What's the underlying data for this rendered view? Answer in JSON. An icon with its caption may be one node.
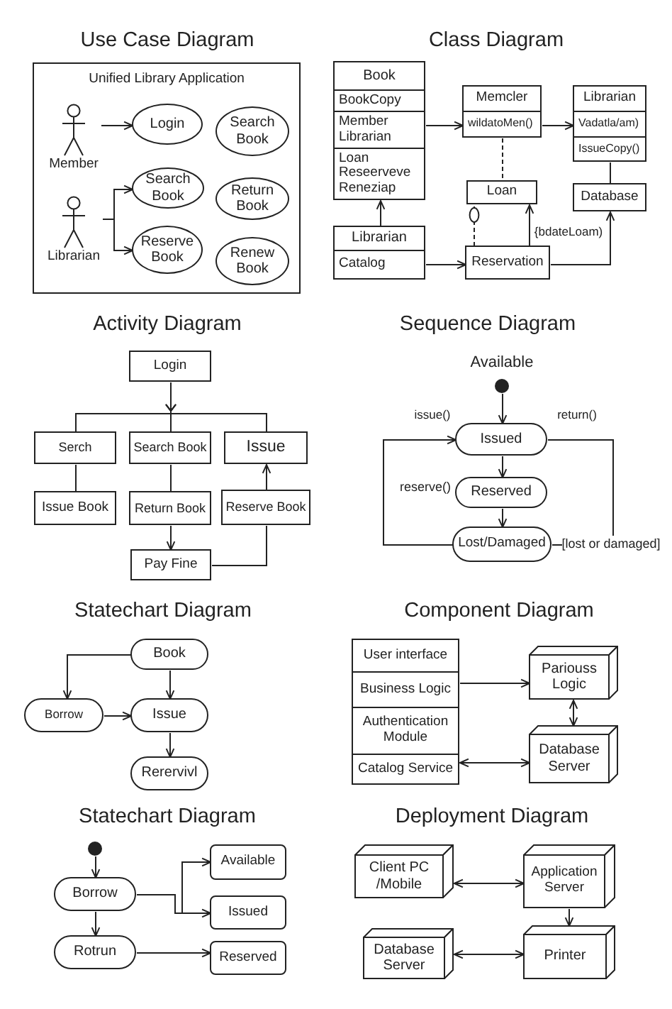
{
  "diagram": {
    "nodes": [
      {
        "text": [
          "Unified Library Application"
        ]
      },
      {
        "text": [
          "Member"
        ],
        "in": 0
      },
      {
        "text": [
          "Login"
        ],
        "in": 0
      },
      {
        "text": [
          "Search Book"
        ],
        "in": 0
      },
      {
        "text": [
          "Librarian"
        ],
        "in": 0
      },
      {
        "text": [
          "Search Book"
        ],
        "in": 0
      },
      {
        "text": [
          "Return Book"
        ],
        "in": 0
      },
      {
        "text": [
          "Reserve Book"
        ],
        "in": 0
      },
      {
        "text": [
          "Renew Book"
        ],
        "in": 0
      },
      {
        "text": [
          "Book",
          "BookCopy",
          "Member Librarian",
          "Loan Reseerveve Reneziap"
        ]
      },
      {
        "text": [
          "Memcler",
          "wildatoMen()"
        ]
      },
      {
        "text": [
          "Librarian",
          "Vadatla/am)",
          "IssueCopy()"
        ]
      },
      {
        "text": [
          "Loan"
        ]
      },
      {
        "text": [
          "Database"
        ]
      },
      {
        "text": [
          "Librarian",
          "Catalog"
        ]
      },
      {
        "text": [
          "Reservation"
        ]
      },
      {
        "text": [
          "Login"
        ]
      },
      {
        "text": [
          "Serch"
        ]
      },
      {
        "text": [
          "Search Book"
        ]
      },
      {
        "text": [
          "Issue"
        ]
      },
      {
        "text": [
          "Issue Book"
        ]
      },
      {
        "text": [
          "Return Book"
        ]
      },
      {
        "text": [
          "Reserve Book"
        ]
      },
      {
        "text": [
          "Pay Fine"
        ]
      },
      {
        "text": [],
        "shape": "circle",
        "beside": [
          "Available"
        ]
      },
      {
        "text": [
          "Issued"
        ]
      },
      {
        "text": [
          "Reserved"
        ]
      },
      {
        "text": [
          "Lost/Damaged"
        ]
      },
      {
        "text": [
          "[lost or damaged]"
        ]
      },
      {
        "text": [
          "Book"
        ]
      },
      {
        "text": [
          "Borrow"
        ]
      },
      {
        "text": [
          "Issue"
        ]
      },
      {
        "text": [
          "Rerervivl"
        ]
      },
      {
        "text": [
          "User interface"
        ]
      },
      {
        "text": [
          "Business Logic"
        ]
      },
      {
        "text": [
          "Authentication Module"
        ]
      },
      {
        "text": [
          "Catalog Service"
        ]
      },
      {
        "text": [
          "Pariouss Logic"
        ]
      },
      {
        "text": [
          "Database Server"
        ]
      },
      {
        "text": [],
        "shape": "circle"
      },
      {
        "text": [
          "Borrow"
        ]
      },
      {
        "text": [
          "Available"
        ]
      },
      {
        "text": [
          "Issued"
        ]
      },
      {
        "text": [
          "Rotrun"
        ]
      },
      {
        "text": [
          "Reserved"
        ]
      },
      {
        "text": [
          "Client PC /Mobile"
        ]
      },
      {
        "text": [
          "Application Server"
        ]
      },
      {
        "text": [
          "Database Server"
        ]
      },
      {
        "text": [
          "Printer"
        ]
      }
    ],
    "edges": [
      {
        "from": 1,
        "to": 2,
        "arrow": "to"
      },
      {
        "from": 4,
        "to": 5,
        "arrow": "to"
      },
      {
        "from": 4,
        "to": 7,
        "arrow": "to"
      },
      {
        "from": 9,
        "to": 10,
        "arrow": "to"
      },
      {
        "from": 10,
        "to": 11,
        "arrow": "to"
      },
      {
        "from": 10,
        "to": 12,
        "arrow": "none",
        "style": "dashed"
      },
      {
        "from": 11,
        "to": 13,
        "arrow": "none"
      },
      {
        "from": 14,
        "to": 9,
        "arrow": "to"
      },
      {
        "from": 14,
        "to": 15,
        "arrow": "to"
      },
      {
        "from": 15,
        "to": 12,
        "arrow": "other",
        "style": "dashed"
      },
      {
        "from": 15,
        "to": 12,
        "arrow": "to",
        "label": "{bdateLoam)"
      },
      {
        "from": 15,
        "to": 13,
        "arrow": "to"
      },
      {
        "from": 16,
        "to": 17,
        "arrow": "to"
      },
      {
        "from": 16,
        "to": 18,
        "arrow": "to"
      },
      {
        "from": 16,
        "to": 19,
        "arrow": "to"
      },
      {
        "from": 17,
        "to": 20,
        "arrow": "none"
      },
      {
        "from": 18,
        "to": 21,
        "arrow": "none"
      },
      {
        "from": 21,
        "to": 23,
        "arrow": "to"
      },
      {
        "from": 23,
        "to": 22,
        "arrow": "none"
      },
      {
        "from": 22,
        "to": 19,
        "arrow": "to"
      },
      {
        "from": 24,
        "to": 25,
        "arrow": "to"
      },
      {
        "from": 25,
        "to": 26,
        "arrow": "to"
      },
      {
        "from": 26,
        "to": 27,
        "arrow": "to"
      },
      {
        "from": 27,
        "to": 25,
        "arrow": "to",
        "label": "issue()"
      },
      {
        "from": 25,
        "to": 28,
        "arrow": "none",
        "label": "return()"
      },
      {
        "from": 27,
        "to": 28,
        "arrow": "none"
      },
      {
        "from": 29,
        "to": 30,
        "arrow": "to"
      },
      {
        "from": 29,
        "to": 31,
        "arrow": "to"
      },
      {
        "from": 30,
        "to": 31,
        "arrow": "to"
      },
      {
        "from": 31,
        "to": 32,
        "arrow": "to"
      },
      {
        "from": 34,
        "to": 37,
        "arrow": "to"
      },
      {
        "from": 37,
        "to": 38,
        "arrow": "both"
      },
      {
        "from": 36,
        "to": 38,
        "arrow": "both"
      },
      {
        "from": 39,
        "to": 40,
        "arrow": "to"
      },
      {
        "from": 40,
        "to": 41,
        "arrow": "to"
      },
      {
        "from": 40,
        "to": 42,
        "arrow": "to"
      },
      {
        "from": 40,
        "to": 43,
        "arrow": "to"
      },
      {
        "from": 43,
        "to": 44,
        "arrow": "to"
      },
      {
        "from": 45,
        "to": 46,
        "arrow": "both"
      },
      {
        "from": 46,
        "to": 48,
        "arrow": "to"
      },
      {
        "from": 47,
        "to": 48,
        "arrow": "both"
      }
    ],
    "labels": [
      "Use Case Diagram",
      "Class Diagram",
      "Activity Diagram",
      "Sequence Diagram",
      "Statechart Diagram",
      "Component Diagram",
      "Statechart Diagram",
      "Deployment Diagram",
      "reserve()"
    ]
  }
}
